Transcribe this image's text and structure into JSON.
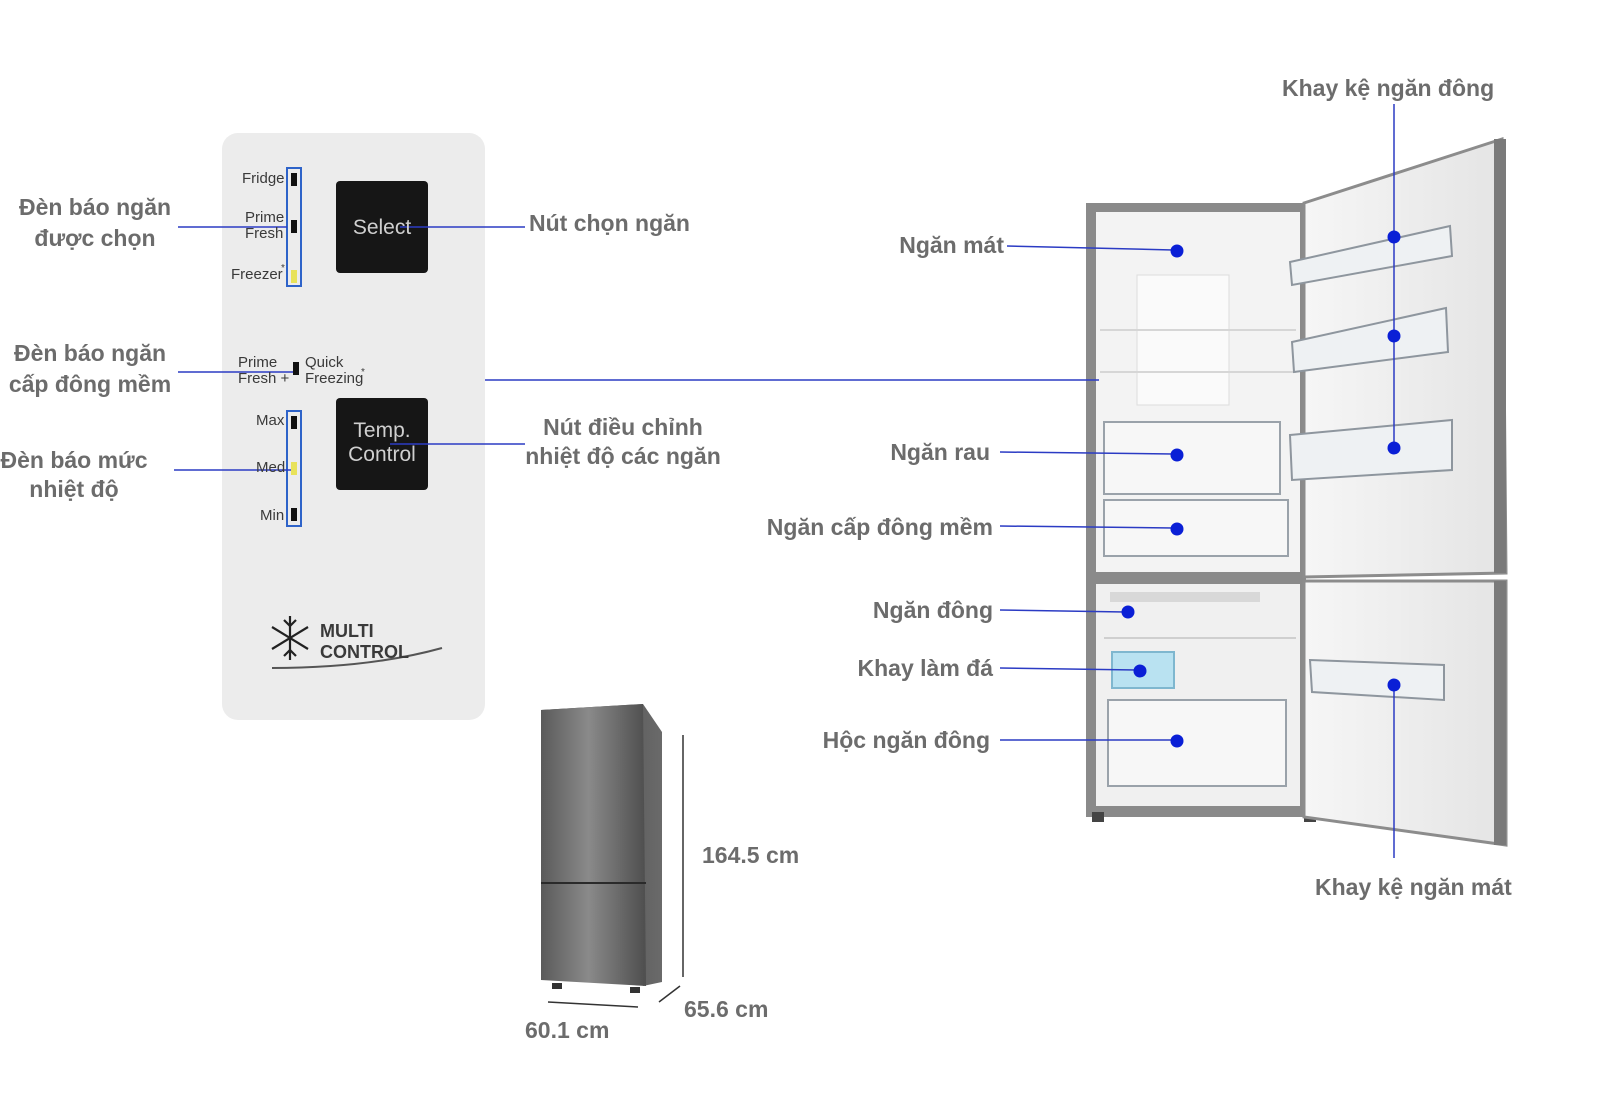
{
  "control_panel": {
    "indicator_labels": {
      "fridge": "Fridge",
      "prime_fresh_a": "Prime",
      "prime_fresh_b": "Fresh",
      "freezer": "Freezer",
      "freezer_mark": "*",
      "pf_plus_a": "Prime",
      "pf_plus_b": "Fresh +",
      "quick_a": "Quick",
      "quick_b": "Freezing",
      "quick_mark": "*",
      "max": "Max",
      "med": "Med",
      "min": "Min"
    },
    "select_button": "Select",
    "temp_button_line1": "Temp.",
    "temp_button_line2": "Control",
    "brand_line1": "MULTI",
    "brand_line2": "CONTROL"
  },
  "left_callouts": {
    "compartment_indicator": [
      "Đèn báo ngăn",
      "được chọn"
    ],
    "soft_freeze_indicator": [
      "Đèn báo ngăn",
      "cấp đông mềm"
    ],
    "temperature_level_indicator": [
      "Đèn báo mức",
      "nhiệt độ"
    ],
    "select_button_desc": "Nút chọn ngăn",
    "temp_button_desc": [
      "Nút điều chỉnh",
      "nhiệt độ các ngăn"
    ]
  },
  "fridge_callouts": {
    "freezer_door_shelf": "Khay kệ ngăn đông",
    "fridge_compartment": "Ngăn mát",
    "vegetable_drawer": "Ngăn rau",
    "soft_freeze_compartment": "Ngăn cấp đông mềm",
    "freezer_compartment": "Ngăn đông",
    "ice_tray": "Khay làm đá",
    "freezer_drawer": "Hộc ngăn đông",
    "fridge_door_shelf": "Khay kệ ngăn mát"
  },
  "dimensions": {
    "height": "164.5 cm",
    "depth": "65.6 cm",
    "width": "60.1 cm"
  },
  "colors": {
    "leader_line": "#2b3bc4",
    "marker_dot": "#0a1fd6",
    "panel_bg": "#eeeeee",
    "button_bg": "#151515",
    "label_text": "#6c6c6c"
  }
}
